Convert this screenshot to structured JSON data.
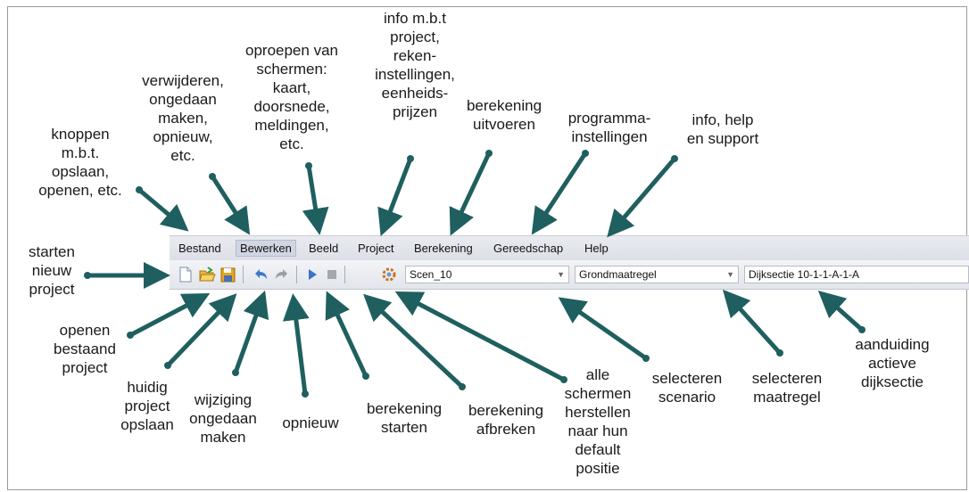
{
  "menu": {
    "items": [
      "Bestand",
      "Bewerken",
      "Beeld",
      "Project",
      "Berekening",
      "Gereedschap",
      "Help"
    ]
  },
  "toolbar": {
    "scenario_value": "Scen_10",
    "maatregel_value": "Grondmaatregel",
    "dijksectie_value": "Dijksectie 10-1-1-A-1-A",
    "buttons": [
      "new-file-icon",
      "open-folder-icon",
      "save-icon",
      "undo-icon",
      "redo-icon",
      "play-icon",
      "stop-icon",
      "reset-layout-icon"
    ]
  },
  "annotations": {
    "knoppen": "knoppen\nm.b.t.\nopslaan,\nopenen, etc.",
    "verwijderen": "verwijderen,\nongedaan\nmaken,\nopnieuw,\netc.",
    "oproepen": "oproepen van\nschermen:\nkaart,\ndoorsnede,\nmeldingen,\netc.",
    "info_project": "info m.b.t\nproject,\nreken-\ninstellingen,\neenheids-\nprijzen",
    "berekening_uitvoeren": "berekening\nuitvoeren",
    "programma": "programma-\ninstellingen",
    "info_help": "info, help\nen support",
    "starten": "starten\nnieuw\nproject",
    "openen": "openen\nbestaand\nproject",
    "huidig": "huidig\nproject\nopslaan",
    "wijziging": "wijziging\nongedaan\nmaken",
    "opnieuw": "opnieuw",
    "berekening_starten": "berekening\nstarten",
    "berekening_afbreken": "berekening\nafbreken",
    "alle_schermen": "alle\nschermen\nherstellen\nnaar hun\ndefault\npositie",
    "selecteren_scenario": "selecteren\nscenario",
    "selecteren_maatregel": "selecteren\nmaatregel",
    "aanduiding": "aanduiding\nactieve\ndijksectie"
  },
  "colors": {
    "arrow": "#1f5f5f",
    "menubar": "#dcdfe6",
    "text": "#1a1a1a"
  }
}
